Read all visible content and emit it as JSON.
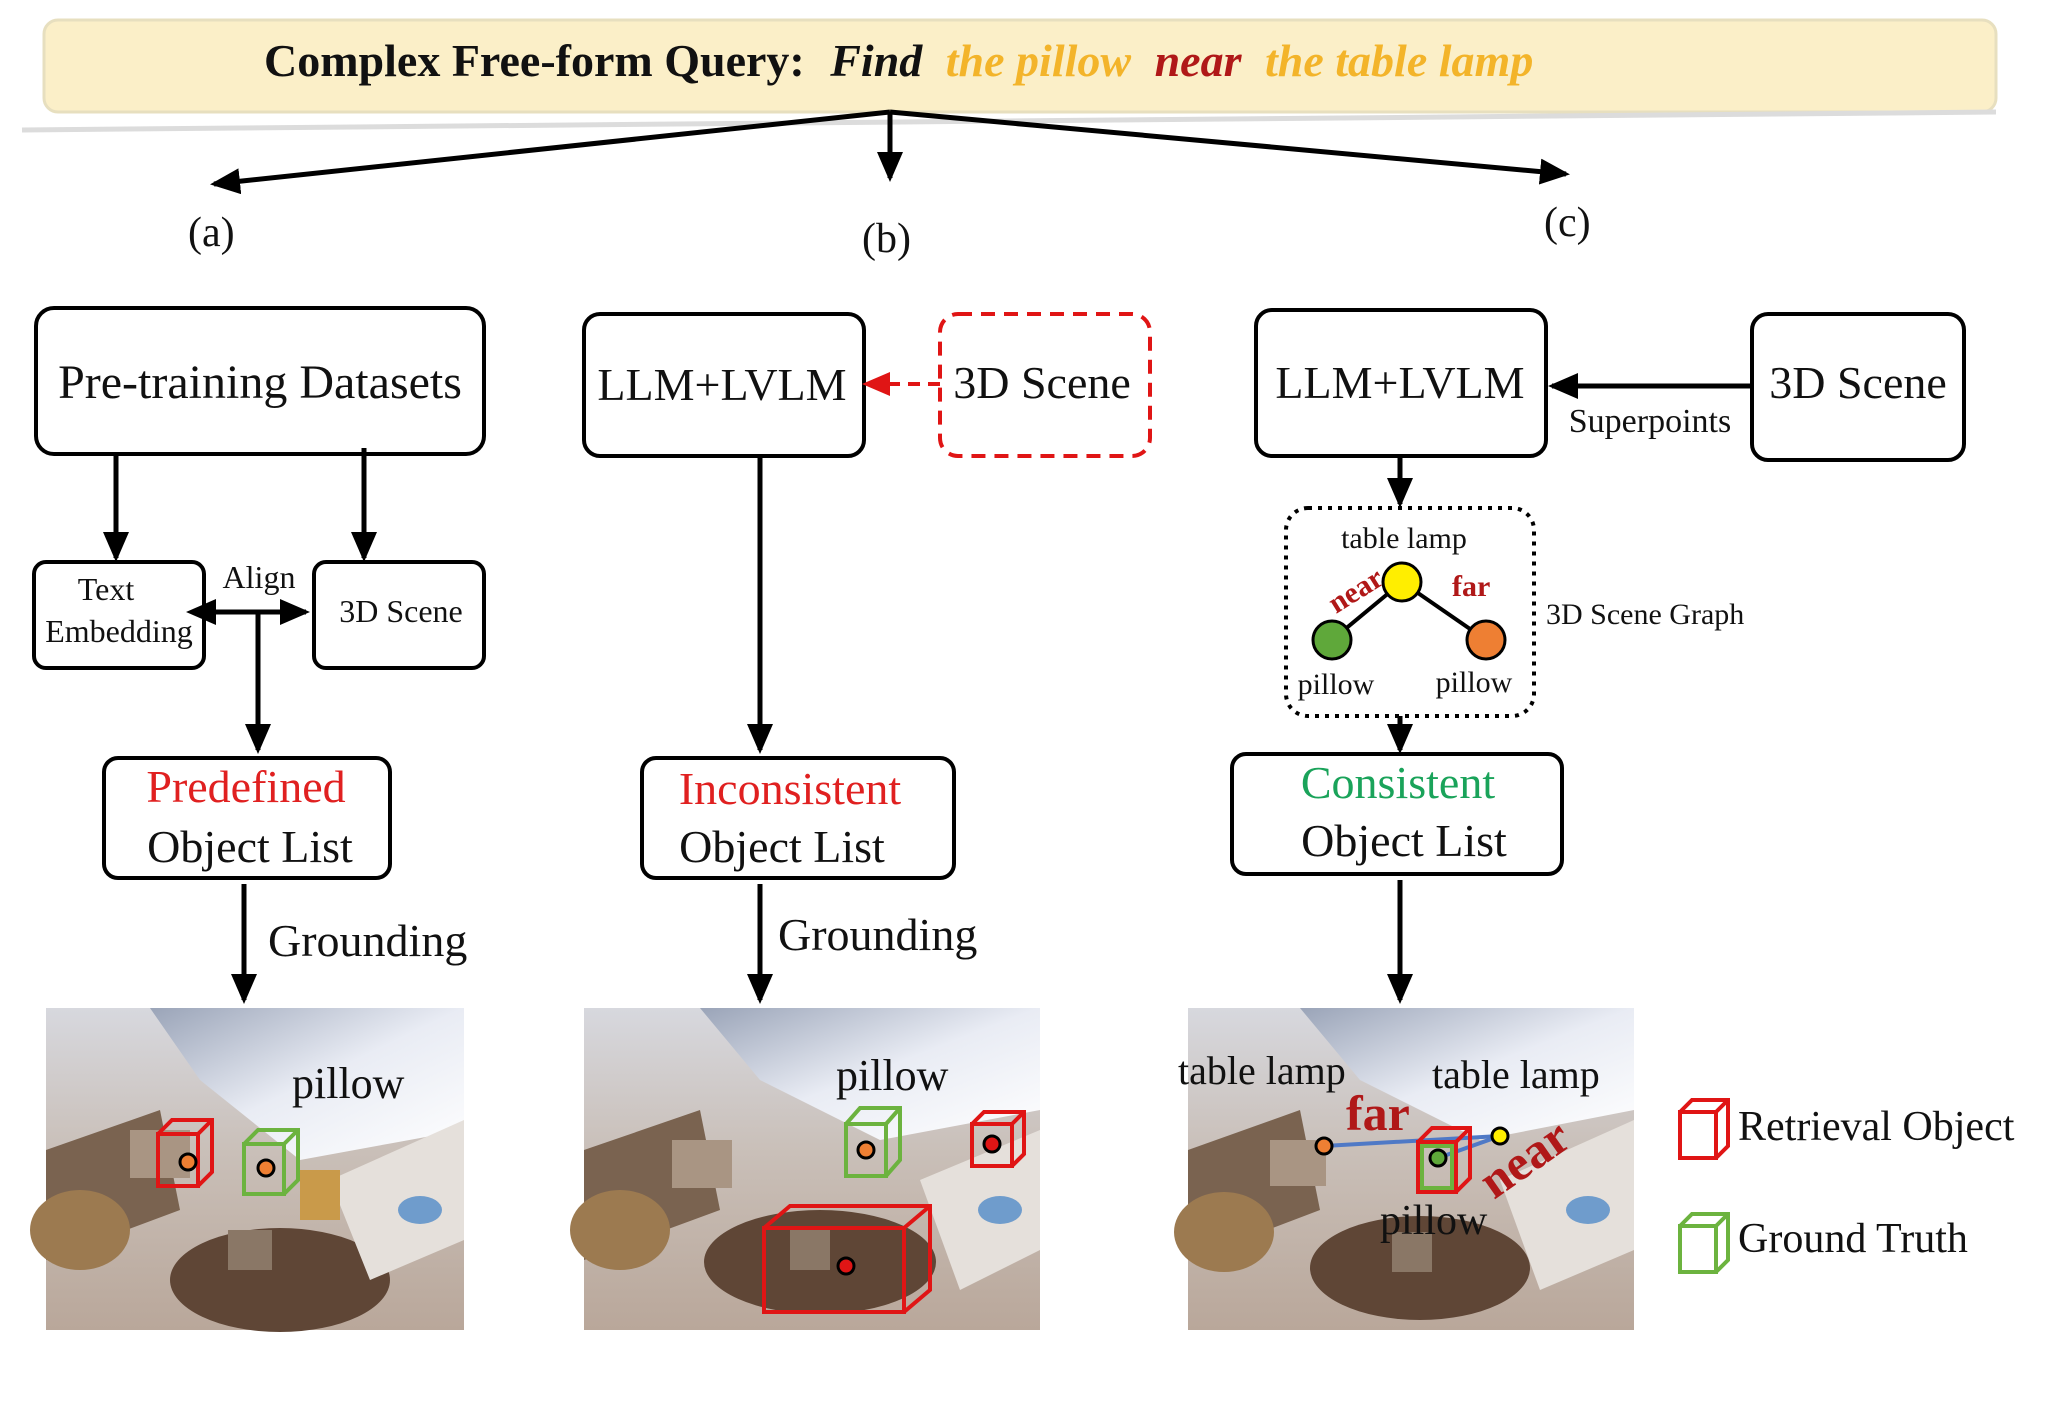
{
  "query": {
    "prefix": "Complex Free-form Query:",
    "find": "Find",
    "subject": "the pillow",
    "relation": "near",
    "anchor": "the table lamp"
  },
  "panel_a": {
    "label": "(a)",
    "pretrain": "Pre-training Datasets",
    "text_embedding_1": "Text",
    "text_embedding_2": "Embedding",
    "align": "Align",
    "scene": "3D Scene",
    "list_highlight": "Predefined",
    "list_rest": "Object List",
    "grounding": "Grounding",
    "img_label": "pillow"
  },
  "panel_b": {
    "label": "(b)",
    "llm": "LLM+LVLM",
    "scene": "3D Scene",
    "list_highlight": "Inconsistent",
    "list_rest": "Object List",
    "grounding": "Grounding",
    "img_label": "pillow"
  },
  "panel_c": {
    "label": "(c)",
    "llm": "LLM+LVLM",
    "scene": "3D Scene",
    "superpoints": "Superpoints",
    "graph_title": "3D Scene Graph",
    "graph_top": "table lamp",
    "graph_near": "near",
    "graph_far": "far",
    "graph_left": "pillow",
    "graph_right": "pillow",
    "list_highlight": "Consistent",
    "list_rest": "Object List",
    "img_lamp_left": "table lamp",
    "img_lamp_right": "table lamp",
    "img_far": "far",
    "img_near": "near",
    "img_pillow": "pillow"
  },
  "legend": {
    "retrieval": "Retrieval Object",
    "ground_truth": "Ground Truth"
  },
  "colors": {
    "query_bg": "#fbefc8",
    "query_orange": "#f3b42a",
    "relation_red": "#b01818",
    "highlight_red": "#e02020",
    "consistent_green": "#1aa35a",
    "box_red": "#e01515",
    "box_green": "#6cb33f",
    "node_yellow": "#ffee00",
    "node_green": "#5fa83a",
    "node_orange": "#ee7f33"
  }
}
